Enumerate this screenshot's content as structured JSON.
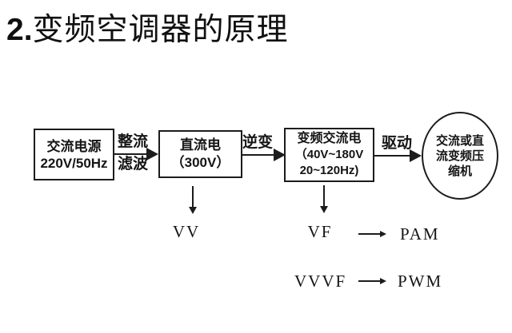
{
  "title": {
    "number": "2.",
    "text": "变频空调器的原理"
  },
  "flow": {
    "ac_box": {
      "line1": "交流电源",
      "line2": "220V/50Hz"
    },
    "rectify_label_top": "整流",
    "rectify_label_bottom": "滤波",
    "dc_box": {
      "line1": "直流电",
      "line2": "（300V）"
    },
    "invert_label": "逆变",
    "vfac_box": {
      "line1": "变频交流电",
      "line2": "（40V~180V",
      "line3": "20~120Hz)"
    },
    "drive_label": "驱动",
    "compressor": {
      "line1": "交流或直",
      "line2": "流变频压",
      "line3": "缩机"
    }
  },
  "notes": {
    "vv": "VV",
    "vf": "VF",
    "pam": "PAM",
    "vvvf": "VVVF",
    "pwm": "PWM"
  },
  "colors": {
    "ink": "#1c1c1c",
    "background": "#ffffff"
  }
}
